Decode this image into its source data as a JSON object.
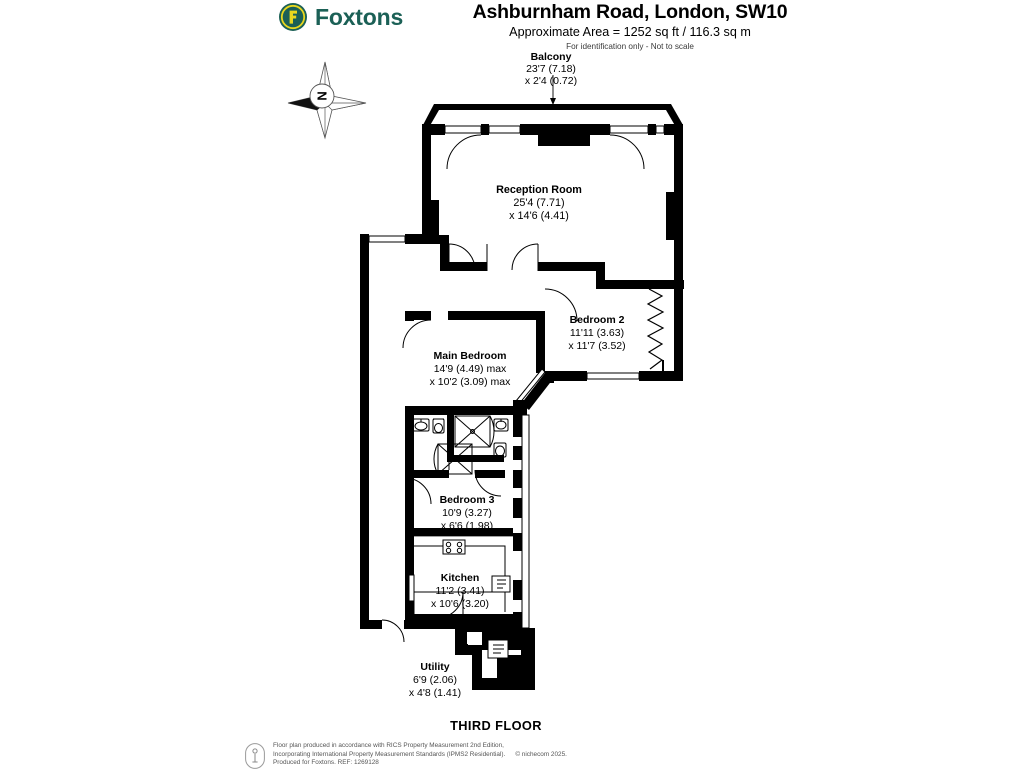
{
  "brand": {
    "name": "Foxtons",
    "logo_icon": "foxtons-f-logo-icon",
    "logo_ring_color": "#1b6056",
    "logo_inner_color": "#e8d71e",
    "text_color": "#1b6056"
  },
  "header": {
    "title": "Ashburnham Road, London, SW10",
    "approximate_area": "Approximate Area = 1252 sq ft / 116.3 sq m",
    "identification_note": "For identification only - Not to scale"
  },
  "compass": {
    "icon": "compass-rose-icon",
    "north_label": "N"
  },
  "floor_label": "THIRD FLOOR",
  "rooms": [
    {
      "key": "balcony",
      "name": "Balcony",
      "dim1": "23'7 (7.18)",
      "dim2": "x 2'4 (0.72)"
    },
    {
      "key": "reception_room",
      "name": "Reception Room",
      "dim1": "25'4 (7.71)",
      "dim2": "x 14'6 (4.41)"
    },
    {
      "key": "bedroom_2",
      "name": "Bedroom 2",
      "dim1": "11'11 (3.63)",
      "dim2": "x 11'7 (3.52)"
    },
    {
      "key": "main_bedroom",
      "name": "Main Bedroom",
      "dim1": "14'9 (4.49) max",
      "dim2": "x 10'2 (3.09) max"
    },
    {
      "key": "bedroom_3",
      "name": "Bedroom 3",
      "dim1": "10'9 (3.27)",
      "dim2": "x 6'6 (1.98)"
    },
    {
      "key": "kitchen",
      "name": "Kitchen",
      "dim1": "11'2 (3.41)",
      "dim2": "x 10'6 (3.20)"
    },
    {
      "key": "utility",
      "name": "Utility",
      "dim1": "6'9 (2.06)",
      "dim2": "x 4'8 (1.41)"
    }
  ],
  "footer": {
    "icon": "rics-circle-icon",
    "line1": "Floor plan produced in accordance with RICS Property Measurement 2nd Edition,",
    "line2a": "Incorporating International Property Measurement Standards (IPMS2 Residential).",
    "line2b": "© nichecom 2025.",
    "line3": "Produced for Foxtons.   REF: 1269128"
  }
}
